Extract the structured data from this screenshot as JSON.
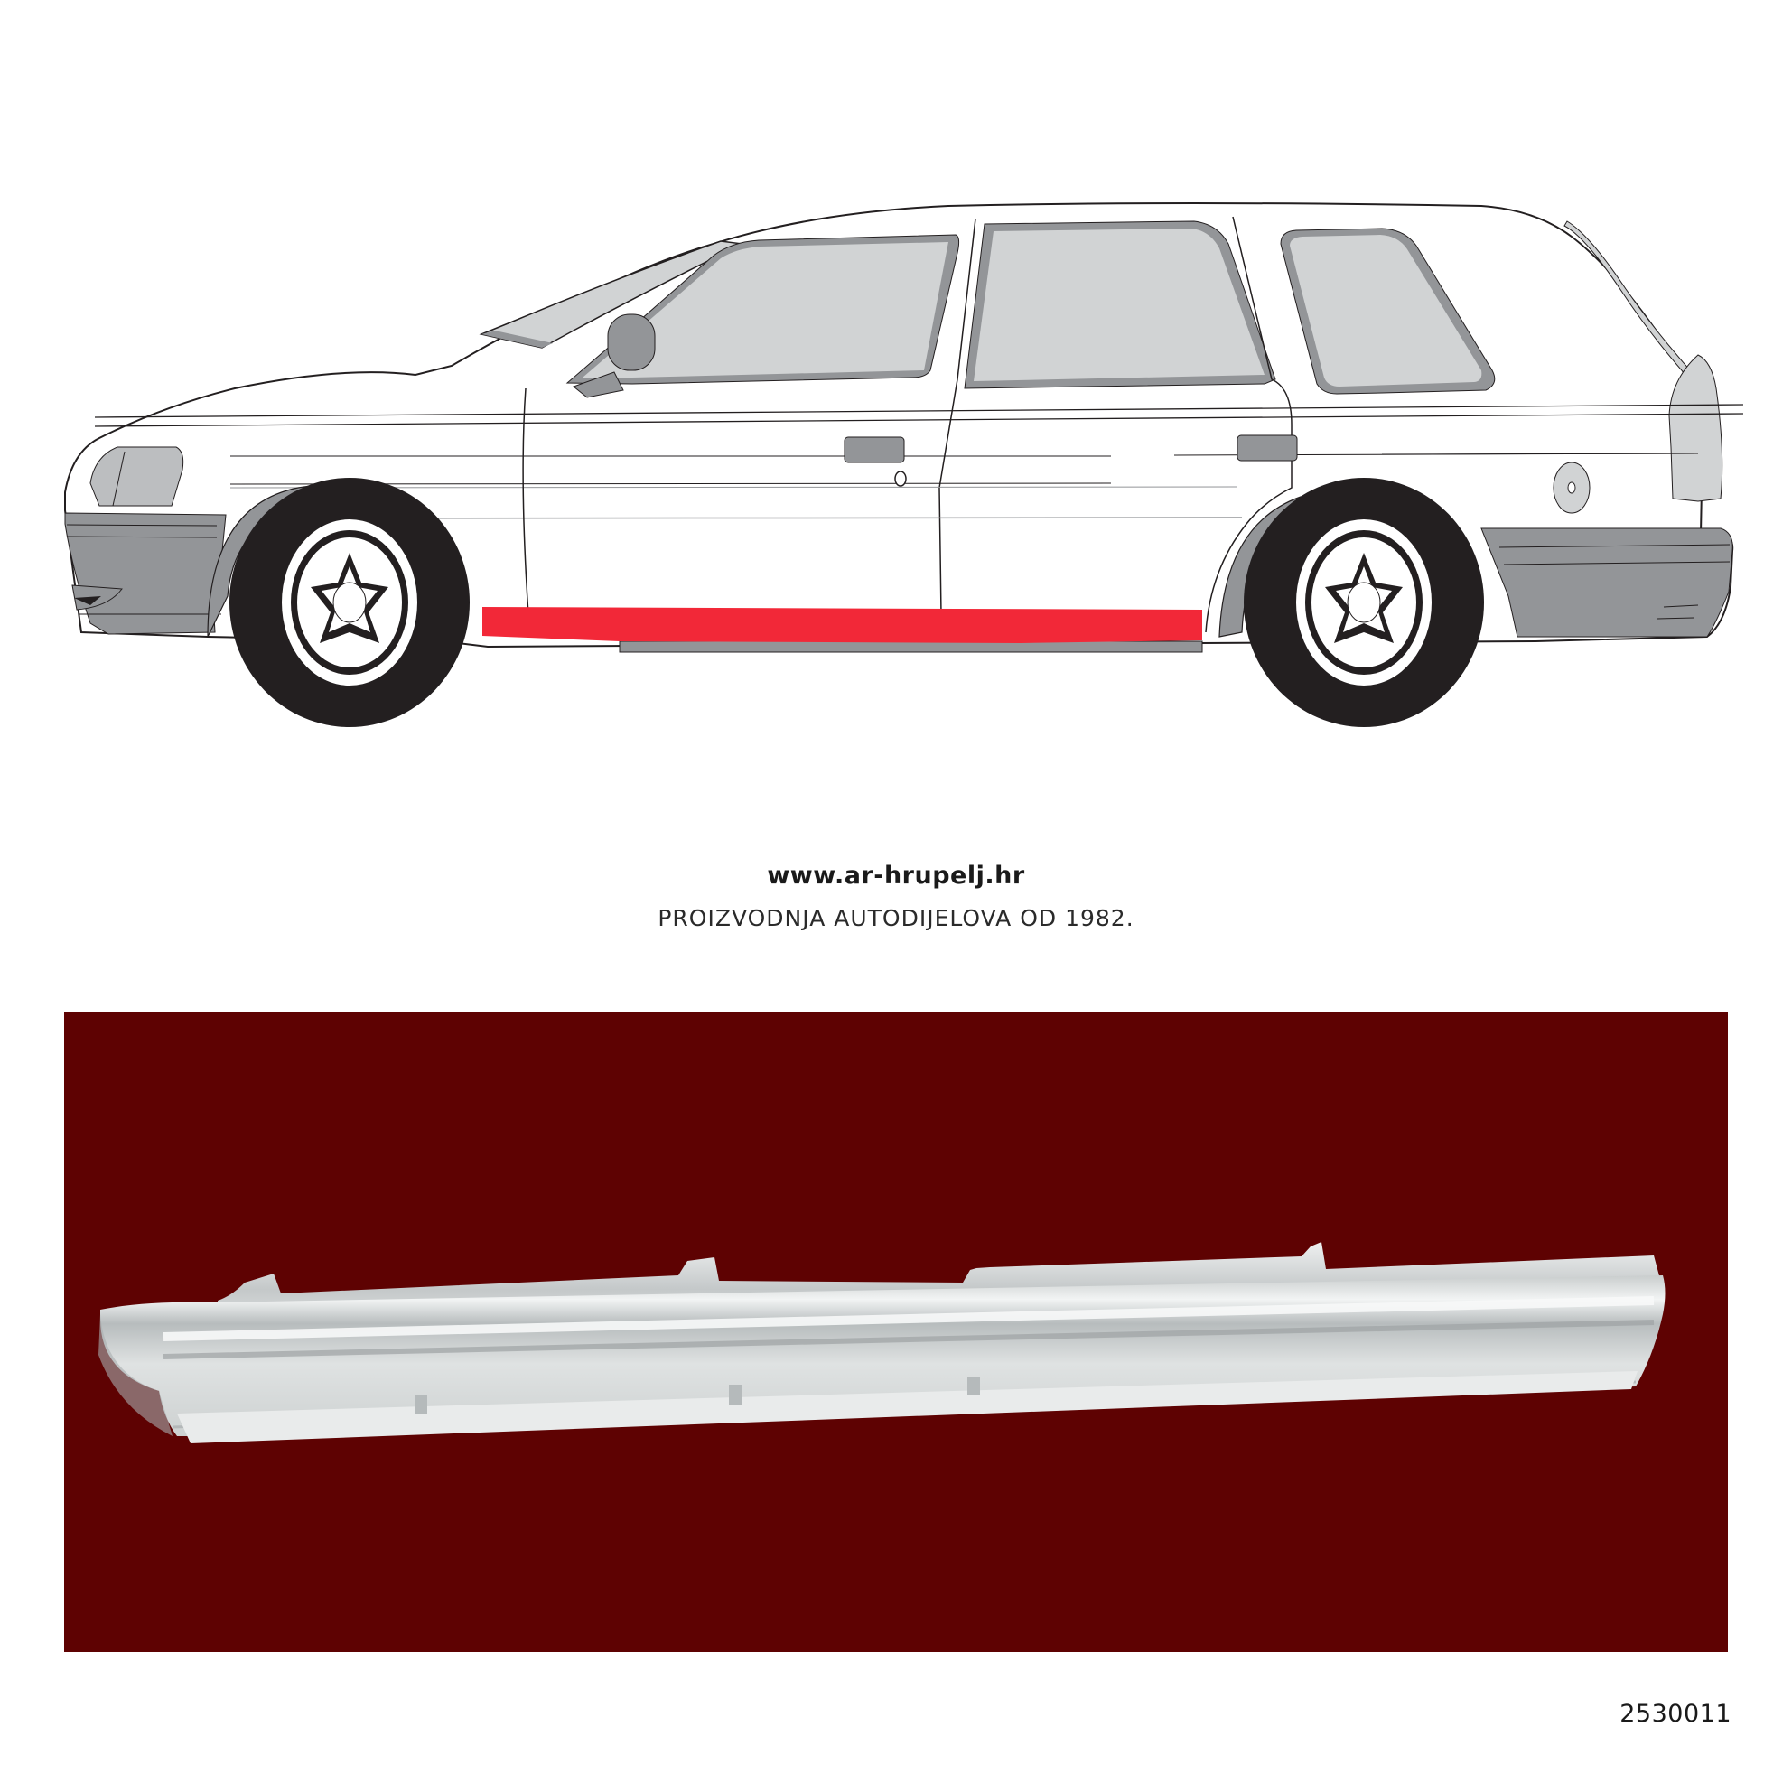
{
  "diagram": {
    "subject": "station-wagon-side-view",
    "highlighted_part": "left-rocker-sill-panel",
    "colors": {
      "highlight": "#f22838",
      "glass": "#d1d3d4",
      "trim": "#939598",
      "tire": "#231f20",
      "body": "#ffffff",
      "outline": "#231f20"
    }
  },
  "caption": {
    "url": "www.ar-hrupelj.hr",
    "tagline": "PROIZVODNJA AUTODIJELOVA OD 1982."
  },
  "photo": {
    "subject": "sill-panel-photo",
    "background_color": "#5e0202",
    "part_color": "#d8dcdc"
  },
  "product": {
    "code": "2530011"
  }
}
